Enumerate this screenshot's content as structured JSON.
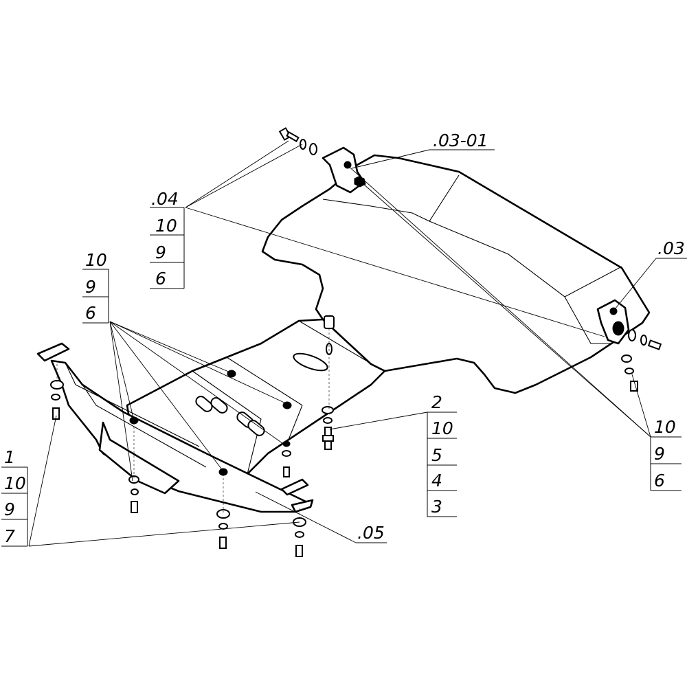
{
  "callouts": {
    "c0301": {
      "label": ".03-01"
    },
    "c04": {
      "items": [
        ".04",
        "10",
        "9",
        "6"
      ]
    },
    "c03": {
      "label": ".03"
    },
    "c_left_top": {
      "items": [
        "10",
        "9",
        "6"
      ]
    },
    "c_center": {
      "items": [
        "2",
        "10",
        "5",
        "4",
        "3"
      ]
    },
    "c_right": {
      "items": [
        "10",
        "9",
        "6"
      ]
    },
    "c_left_bottom": {
      "items": [
        "1",
        "10",
        "9",
        "7"
      ]
    },
    "c05": {
      "label": ".05"
    }
  }
}
